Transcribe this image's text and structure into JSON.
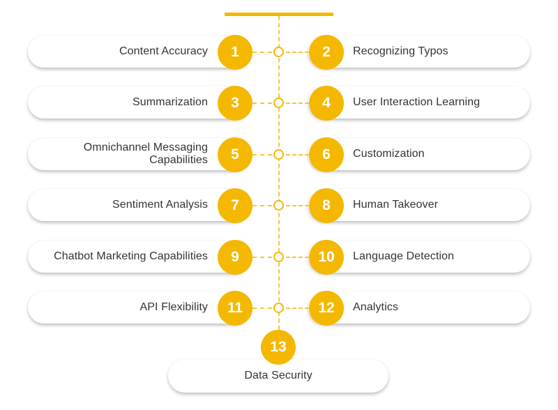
{
  "colors": {
    "accent": "#F5B800",
    "text": "#333333",
    "background": "#ffffff"
  },
  "rows": [
    {
      "left": {
        "number": "1",
        "label": "Content Accuracy"
      },
      "right": {
        "number": "2",
        "label": "Recognizing Typos"
      }
    },
    {
      "left": {
        "number": "3",
        "label": "Summarization"
      },
      "right": {
        "number": "4",
        "label": "User Interaction Learning"
      }
    },
    {
      "left": {
        "number": "5",
        "label": "Omnichannel Messaging Capabilities"
      },
      "right": {
        "number": "6",
        "label": "Customization"
      }
    },
    {
      "left": {
        "number": "7",
        "label": "Sentiment Analysis"
      },
      "right": {
        "number": "8",
        "label": "Human Takeover"
      }
    },
    {
      "left": {
        "number": "9",
        "label": "Chatbot Marketing Capabilities"
      },
      "right": {
        "number": "10",
        "label": "Language Detection"
      }
    },
    {
      "left": {
        "number": "11",
        "label": "API Flexibility"
      },
      "right": {
        "number": "12",
        "label": "Analytics"
      }
    }
  ],
  "final": {
    "number": "13",
    "label": "Data Security"
  }
}
